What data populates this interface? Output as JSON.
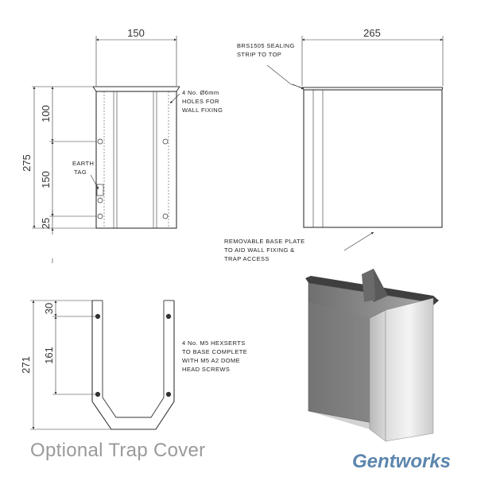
{
  "front_view": {
    "width_dim": "150",
    "height_dim": "275",
    "seg_top": "100",
    "seg_mid": "150",
    "seg_bottom": "25",
    "holes_note": [
      "4 No. Ø6mm",
      "HOLES FOR",
      "WALL FIXING"
    ],
    "earth_note": [
      "EARTH",
      "TAG"
    ]
  },
  "side_view": {
    "width_dim": "265",
    "sealing_note": [
      "BRS1505 SEALING",
      "STRIP TO TOP"
    ],
    "base_note": [
      "REMOVABLE BASE PLATE",
      "TO AID WALL FIXING &",
      "TRAP ACCESS"
    ]
  },
  "plan_view": {
    "depth_dim": "271",
    "seg_top": "30",
    "seg_mid": "161",
    "hexsert_note": [
      "4 No. M5 HEXSERTS",
      "TO BASE COMPLETE",
      "WITH M5 A2 DOME",
      "HEAD SCREWS"
    ]
  },
  "title": "Optional Trap Cover",
  "brand": "Gentworks"
}
